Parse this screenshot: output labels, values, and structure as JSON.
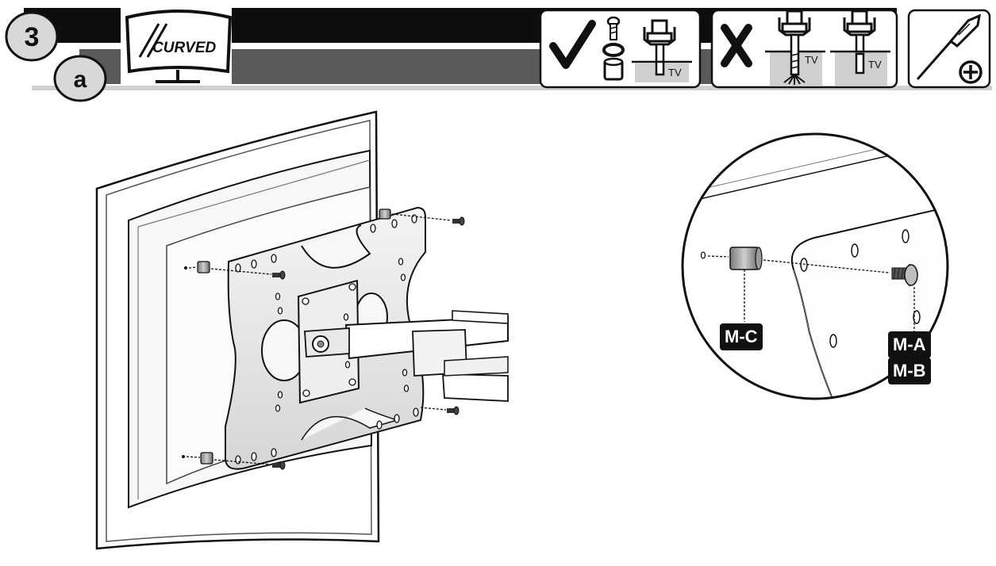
{
  "header": {
    "step_number": "3",
    "sub_step": "a",
    "curved_label": "CURVED",
    "correct_tv_label": "TV",
    "wrong_tv_label_1": "TV",
    "wrong_tv_label_2": "TV"
  },
  "callouts": {
    "spacer": "M-C",
    "screw_a": "M-A",
    "screw_b": "M-B"
  },
  "icons": {
    "check": "check-icon",
    "cross": "cross-icon",
    "screwdriver": "phillips-screwdriver-icon"
  },
  "colors": {
    "header_black": "#0d0d0d",
    "header_grey": "#5a5a5a",
    "label_bg": "#111111"
  }
}
